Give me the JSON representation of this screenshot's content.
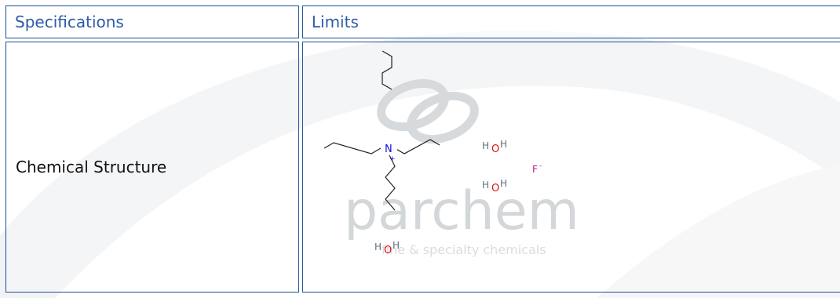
{
  "table": {
    "header": {
      "col1": "Specifications",
      "col2": "Limits"
    },
    "row": {
      "label": "Chemical Structure"
    }
  },
  "structure": {
    "nitrogen_label": "N",
    "charge_plus": "+",
    "fluoride_label": "F",
    "fluoride_charge": "-",
    "water_h": "H",
    "water_o": "O"
  },
  "watermark": {
    "brand": "parchem",
    "tagline": "fine & specialty chemicals"
  },
  "colors": {
    "border": "#1f4f96",
    "header_text": "#2d5aa8",
    "body_text": "#111111",
    "oxygen": "#e01010",
    "fluorine": "#b0208a",
    "hydrogen": "#607080",
    "nitrogen": "#1010e0",
    "watermark": "#cfd3d7"
  }
}
